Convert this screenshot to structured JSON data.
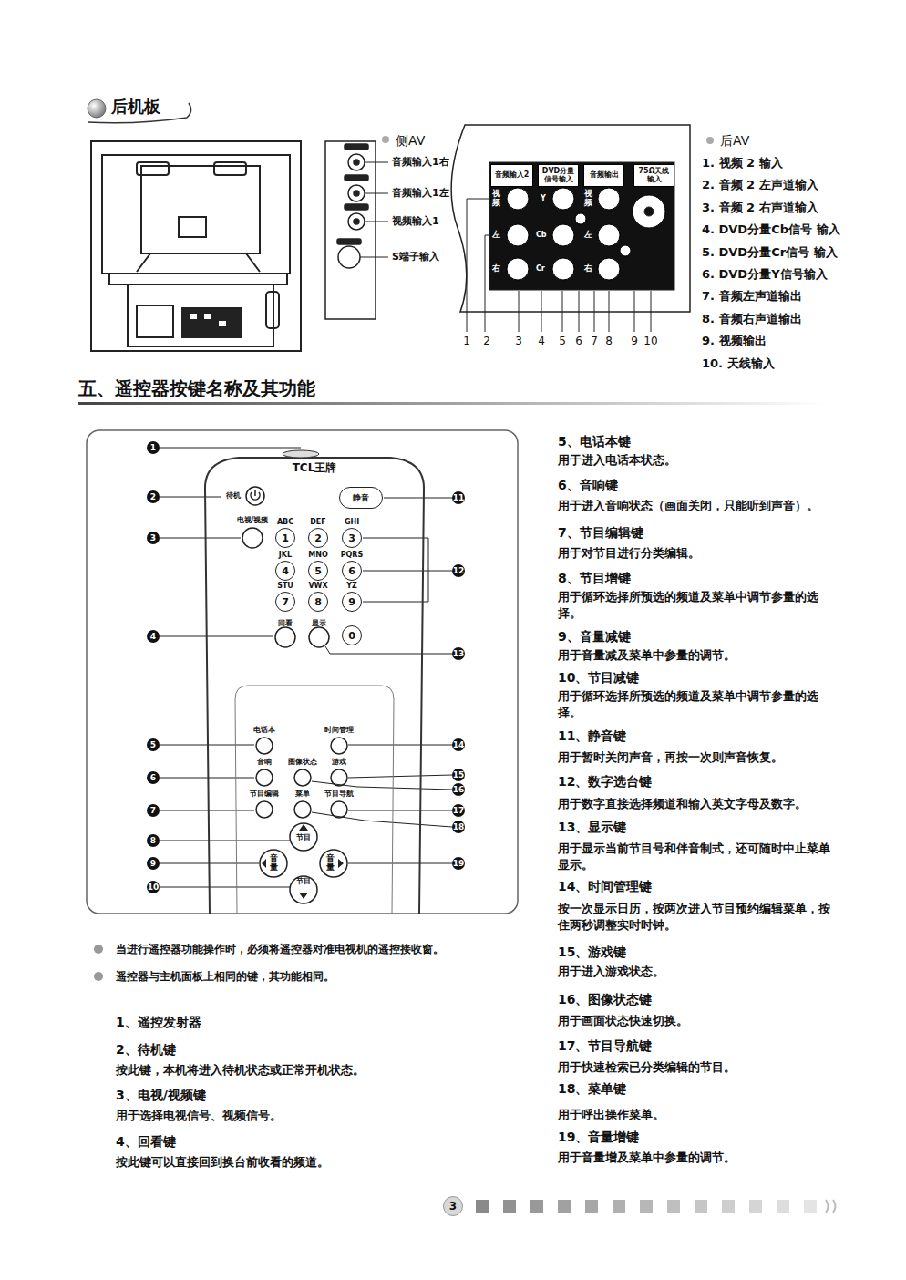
{
  "diagram": {
    "nodes": [
      {
        "text": [
          "音频输入2"
        ]
      },
      {
        "text": [
          "DVD分量信号输入"
        ]
      },
      {
        "text": [
          "音频输出"
        ]
      },
      {
        "text": [
          "75Ω天线输入"
        ]
      },
      {
        "text": [
          "TCL王牌"
        ]
      },
      {
        "text": [
          "静音"
        ],
        "in": 4
      },
      {
        "text": [
          "1"
        ],
        "in": 4
      },
      {
        "text": [
          "2"
        ],
        "in": 4
      },
      {
        "text": [
          "3"
        ],
        "in": 4
      },
      {
        "text": [
          "4"
        ],
        "in": 4
      },
      {
        "text": [
          "5"
        ],
        "in": 4
      },
      {
        "text": [
          "6"
        ],
        "in": 4
      },
      {
        "text": [
          "7"
        ],
        "in": 4
      },
      {
        "text": [
          "8"
        ],
        "in": 4
      },
      {
        "text": [
          "9"
        ],
        "in": 4
      },
      {
        "text": [
          "0"
        ],
        "in": 4
      },
      {
        "text": [
          "1"
        ]
      },
      {
        "text": [
          "2"
        ]
      },
      {
        "text": [
          "3"
        ]
      },
      {
        "text": [
          "4"
        ]
      },
      {
        "text": [
          "5"
        ]
      },
      {
        "text": [
          "6"
        ]
      },
      {
        "text": [
          "7"
        ]
      },
      {
        "text": [
          "8"
        ]
      },
      {
        "text": [
          "9"
        ]
      },
      {
        "text": [
          "10"
        ]
      },
      {
        "text": [
          "11"
        ]
      },
      {
        "text": [
          "12"
        ]
      },
      {
        "text": [
          "13"
        ]
      },
      {
        "text": [
          "14"
        ]
      },
      {
        "text": [
          "15"
        ]
      },
      {
        "text": [
          "16"
        ]
      },
      {
        "text": [
          "17"
        ]
      },
      {
        "text": [
          "18"
        ]
      },
      {
        "text": [
          "19"
        ]
      },
      {
        "text": [
          "3"
        ]
      }
    ],
    "labels": [
      "后机板",
      "侧AV",
      "音频输入1右",
      "音频输入1左",
      "视频输入1",
      "S端子输入",
      "视频",
      "左",
      "右",
      "Y",
      "Cb",
      "Cr",
      "视频",
      "左",
      "右",
      "1",
      "2",
      "3",
      "4",
      "5",
      "6",
      "7",
      "8",
      "9",
      "10",
      "后AV",
      "1. 视频 2 输入",
      "2. 音频 2 左声道输入",
      "3. 音频 2 右声道输入",
      "4. DVD分量Cb信号 输入",
      "5. DVD分量Cr信号 输入",
      "6. DVD分量Y信号输入",
      "7. 音频左声道输出",
      "8. 音频右声道输出",
      "9. 视频输出",
      "10. 天线输入",
      "五、遥控器按键名称及其功能",
      "待机",
      "电视/视频",
      "ABC",
      "DEF",
      "GHI",
      "JKL",
      "MNO",
      "PQRS",
      "STU",
      "VWX",
      "YZ",
      "回看",
      "显示",
      "电话本",
      "时间管理",
      "音响",
      "图像状态",
      "游戏",
      "节目编辑",
      "菜单",
      "节目导航",
      "节目",
      "音量",
      "音量",
      "节目",
      "当进行遥控器功能操作时，必须将遥控器对准电视机的遥控接收窗。",
      "遥控器与主机面板上相同的键，其功能相同。",
      "1、遥控发射器",
      "2、待机键",
      "按此键，本机将进入待机状态或正常开机状态。",
      "3、电视/视频键",
      "用于选择电视信号、视频信号。",
      "4、回看键",
      "按此键可以直接回到换台前收看的频道。",
      "5、电话本键",
      "用于进入电话本状态。",
      "6、音响键",
      "用于进入音响状态（画面关闭，只能听到声音）。",
      "7、节目编辑键",
      "用于对节目进行分类编辑。",
      "8、节目增键",
      "用于循环选择所预选的频道及菜单中调节参量的选择。",
      "9、音量减键",
      "用于音量减及菜单中参量的调节。",
      "10、节目减键",
      "用于循环选择所预选的频道及菜单中调节参量的选择。",
      "11、静音键",
      "用于暂时关闭声音，再按一次则声音恢复。",
      "12、数字选台键",
      "用于数字直接选择频道和输入英文字母及数字。",
      "13、显示键",
      "用于显示当前节目号和伴音制式，还可随时中止菜单显示。",
      "14、时间管理键",
      "按一次显示日历，按两次进入节目预约编辑菜单，按住两秒调整实时时钟。",
      "15、游戏键",
      "用于进入游戏状态。",
      "16、图像状态键",
      "用于画面状态快速切换。",
      "17、节目导航键",
      "用于快速检索已分类编辑的节目。",
      "18、菜单键",
      "用于呼出操作菜单。",
      "19、音量增键",
      "用于音量增及菜单中参量的调节。"
    ]
  }
}
